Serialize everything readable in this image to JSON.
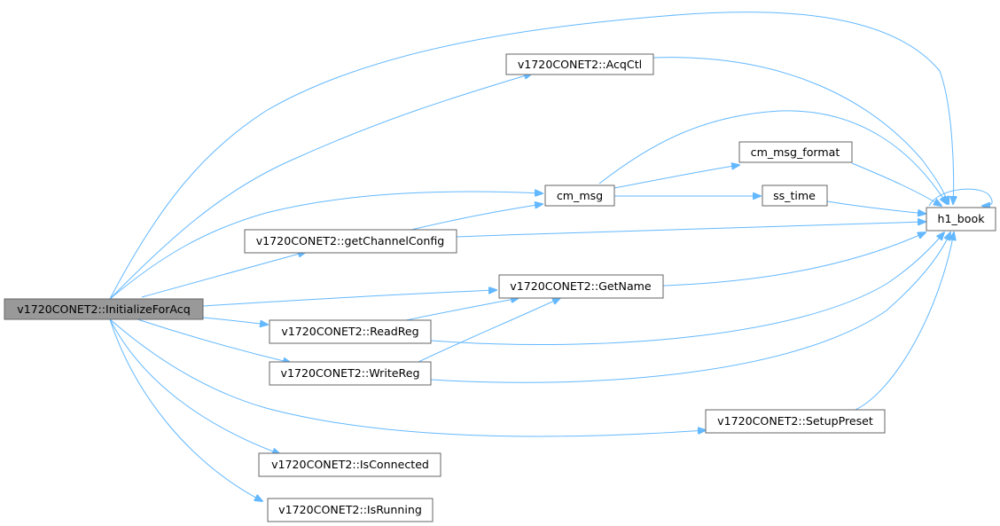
{
  "graph": {
    "colors": {
      "edge": "#63b8ff",
      "node_fill": "#ffffff",
      "node_border": "#666666",
      "root_fill": "#999999",
      "missing_border": "#ff0000"
    },
    "nodes": {
      "initialize_for_acq": {
        "label": "v1720CONET2::InitializeForAcq"
      },
      "acqctl": {
        "label": "v1720CONET2::AcqCtl"
      },
      "cm_msg": {
        "label": "cm_msg"
      },
      "cm_msg_format": {
        "label": "cm_msg_format"
      },
      "ss_time": {
        "label": "ss_time"
      },
      "h1_book": {
        "label": "h1_book"
      },
      "get_channel_config": {
        "label": "v1720CONET2::getChannelConfig"
      },
      "get_name": {
        "label": "v1720CONET2::GetName"
      },
      "read_reg": {
        "label": "v1720CONET2::ReadReg"
      },
      "write_reg": {
        "label": "v1720CONET2::WriteReg"
      },
      "setup_preset": {
        "label": "v1720CONET2::SetupPreset"
      },
      "is_connected": {
        "label": "v1720CONET2::IsConnected"
      },
      "is_running": {
        "label": "v1720CONET2::IsRunning"
      }
    },
    "edges": [
      {
        "from": "initialize_for_acq",
        "to": "h1_book"
      },
      {
        "from": "initialize_for_acq",
        "to": "acqctl"
      },
      {
        "from": "initialize_for_acq",
        "to": "cm_msg"
      },
      {
        "from": "initialize_for_acq",
        "to": "get_channel_config"
      },
      {
        "from": "initialize_for_acq",
        "to": "get_name"
      },
      {
        "from": "initialize_for_acq",
        "to": "read_reg"
      },
      {
        "from": "initialize_for_acq",
        "to": "write_reg"
      },
      {
        "from": "initialize_for_acq",
        "to": "setup_preset"
      },
      {
        "from": "initialize_for_acq",
        "to": "is_connected"
      },
      {
        "from": "initialize_for_acq",
        "to": "is_running"
      },
      {
        "from": "acqctl",
        "to": "h1_book"
      },
      {
        "from": "cm_msg",
        "to": "h1_book"
      },
      {
        "from": "cm_msg",
        "to": "cm_msg_format"
      },
      {
        "from": "cm_msg",
        "to": "ss_time"
      },
      {
        "from": "cm_msg_format",
        "to": "h1_book"
      },
      {
        "from": "ss_time",
        "to": "h1_book"
      },
      {
        "from": "h1_book",
        "to": "h1_book"
      },
      {
        "from": "get_channel_config",
        "to": "cm_msg"
      },
      {
        "from": "get_channel_config",
        "to": "h1_book"
      },
      {
        "from": "get_name",
        "to": "h1_book"
      },
      {
        "from": "read_reg",
        "to": "get_name"
      },
      {
        "from": "read_reg",
        "to": "h1_book"
      },
      {
        "from": "write_reg",
        "to": "get_name"
      },
      {
        "from": "write_reg",
        "to": "h1_book"
      },
      {
        "from": "setup_preset",
        "to": "h1_book"
      }
    ]
  }
}
